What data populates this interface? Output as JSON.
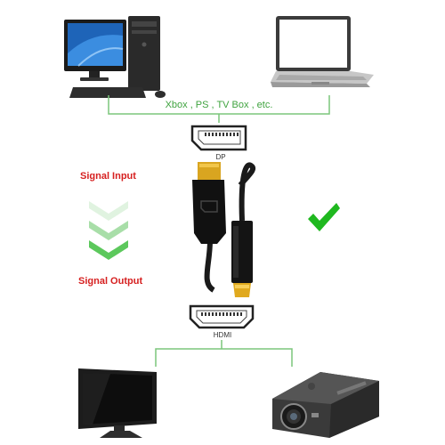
{
  "sources": {
    "caption": "Xbox , PS , TV Box , etc.",
    "line_color": "#7bc67b",
    "text_color": "#3fa33f"
  },
  "ports": {
    "input_label": "DP",
    "output_label": "HDMI"
  },
  "signal": {
    "input_label": "Signal Input",
    "output_label": "Signal Output",
    "label_color": "#d62020",
    "chevron_color": "#5cc85c",
    "check_color": "#1fb81f"
  },
  "icons": {
    "desktop": "desktop-computer-icon",
    "laptop": "laptop-icon",
    "monitor": "monitor-icon",
    "projector": "projector-icon",
    "cable": "displayport-to-hdmi-cable-icon",
    "checkmark": "checkmark-icon"
  }
}
